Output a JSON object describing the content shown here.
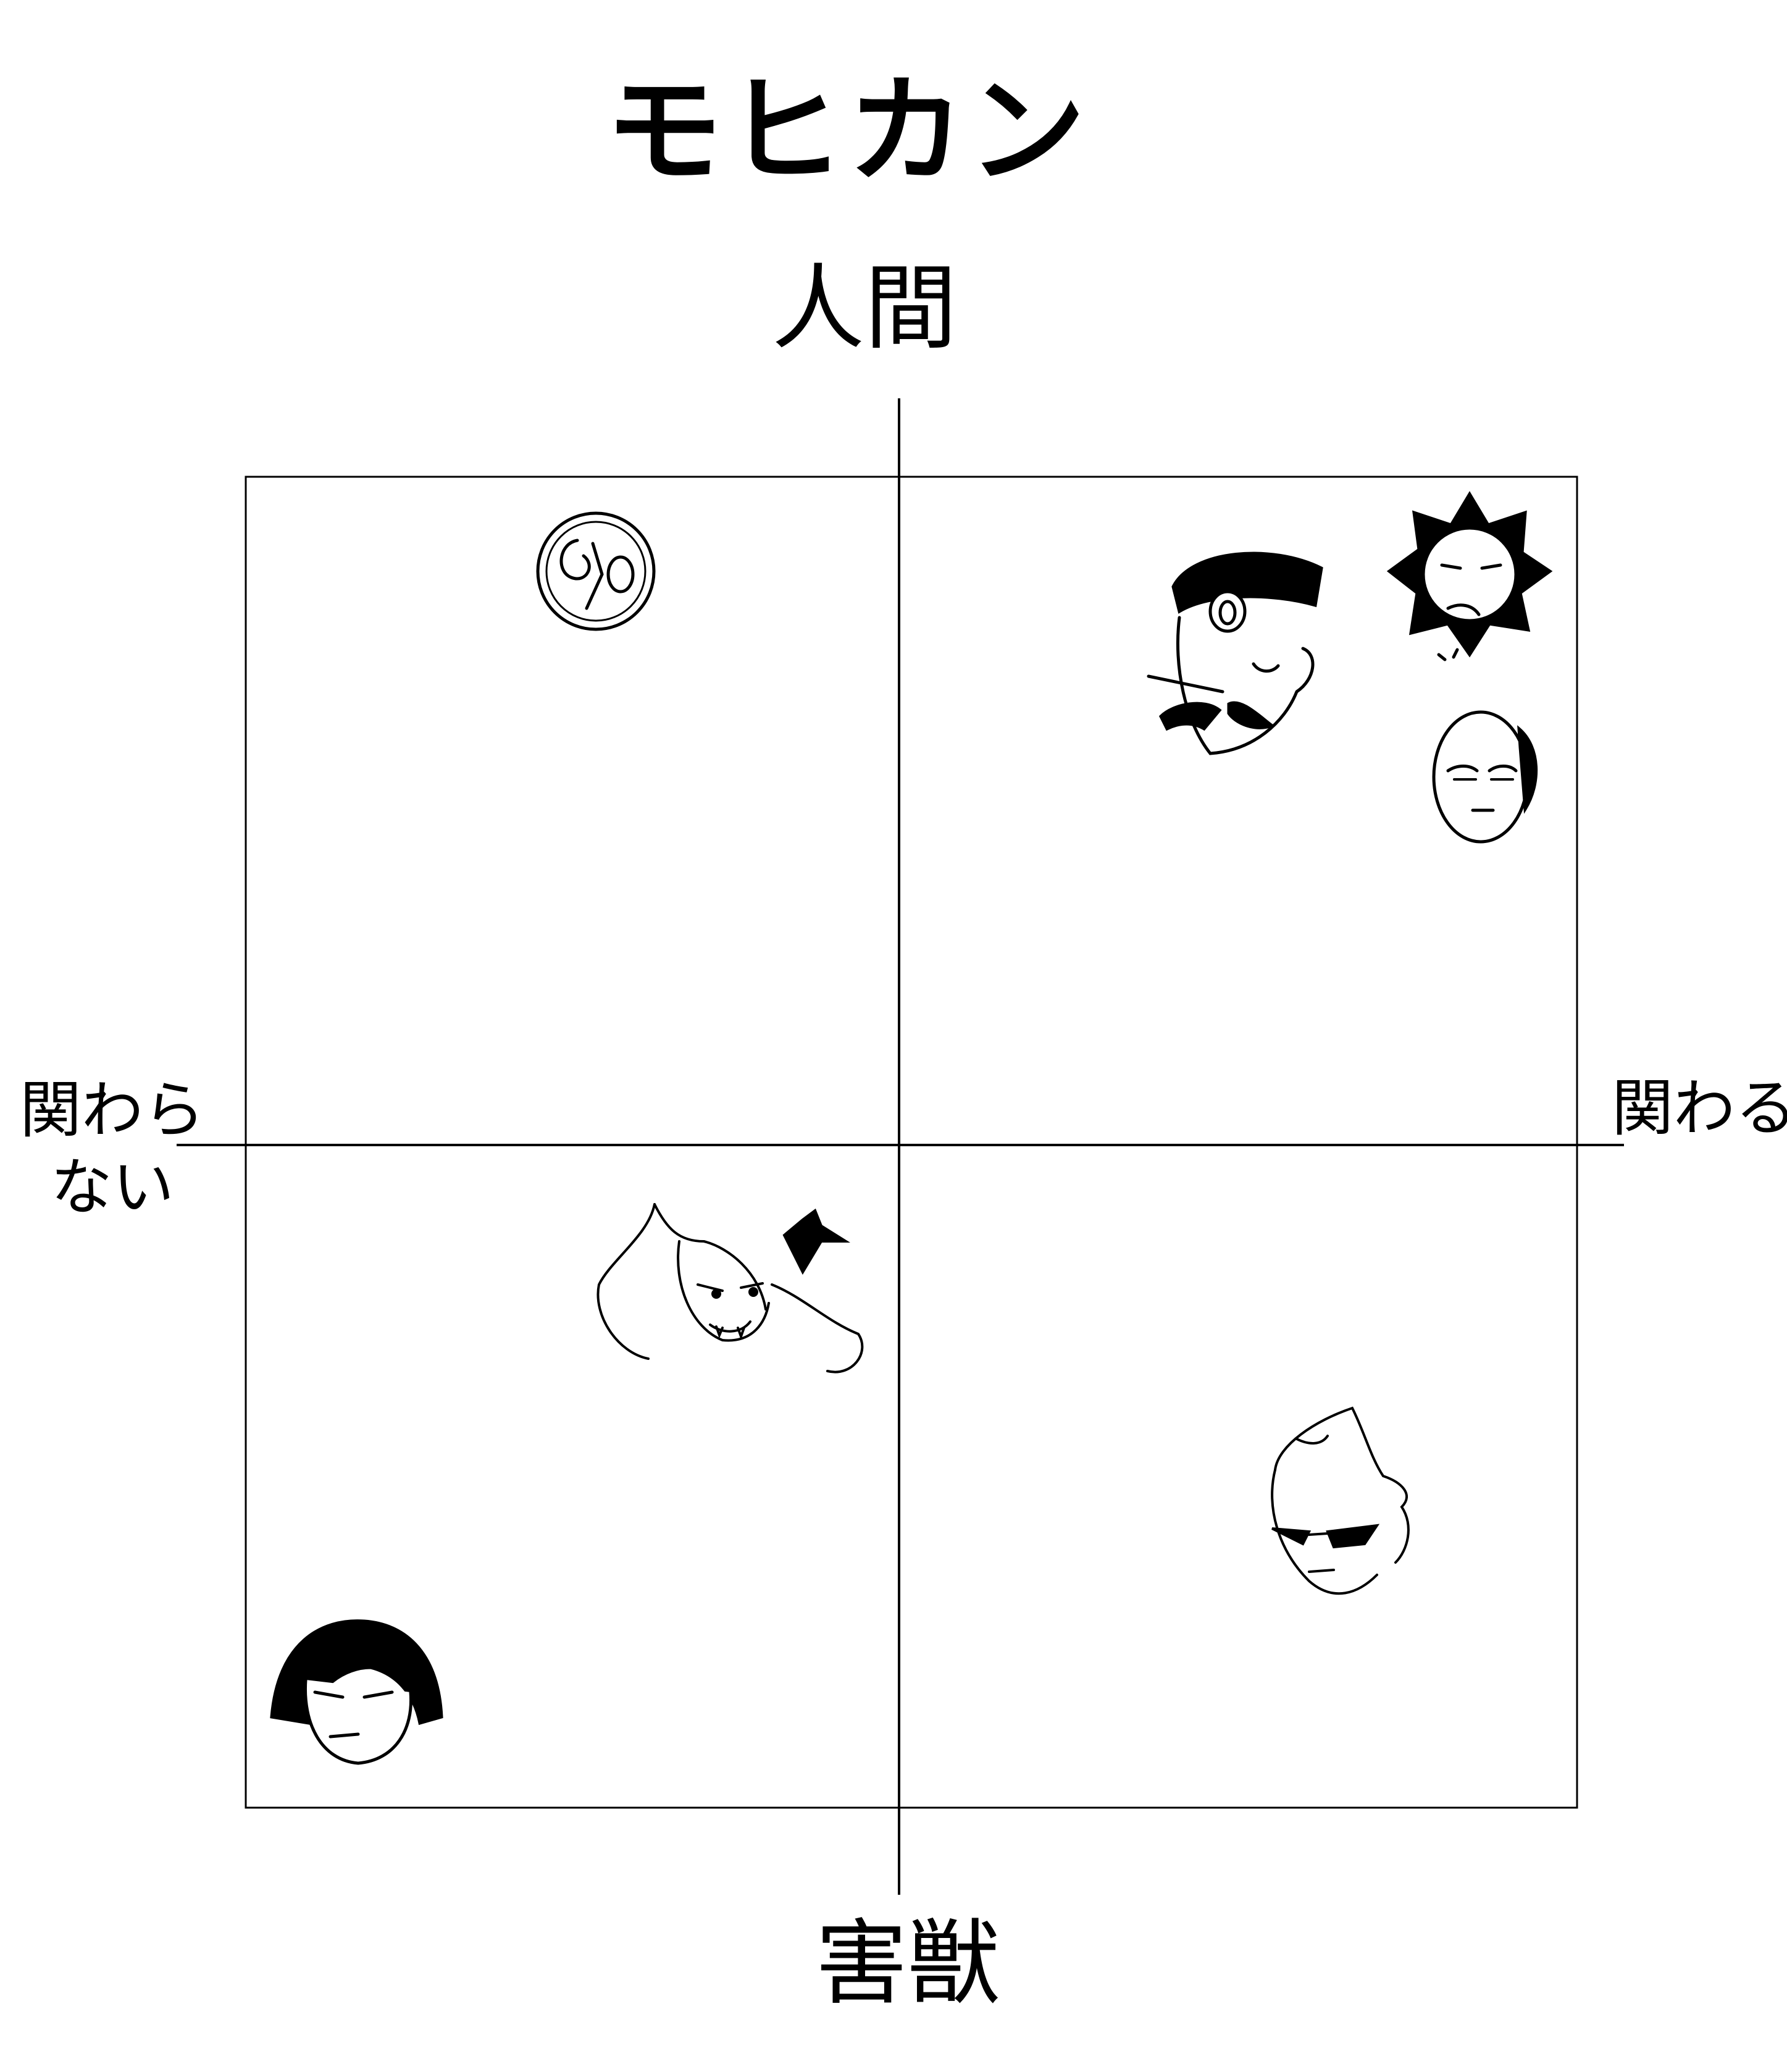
{
  "title": "モヒカン",
  "axes": {
    "top": "人間",
    "bottom": "害獣",
    "left_line1": "関わら",
    "left_line2": "ない",
    "right": "関わる"
  },
  "colors": {
    "ink": "#000000",
    "paper": "#ffffff"
  },
  "characters": [
    {
      "icon": "cracked-mask-face-icon",
      "quadrant": "top-left"
    },
    {
      "icon": "mustache-man-face-icon",
      "quadrant": "top-right"
    },
    {
      "icon": "spiky-sun-face-icon",
      "quadrant": "top-right"
    },
    {
      "icon": "bald-man-face-icon",
      "quadrant": "top-right"
    },
    {
      "icon": "bat-winged-girl-face-icon",
      "quadrant": "bottom-left"
    },
    {
      "icon": "bob-hair-face-icon",
      "quadrant": "bottom-left"
    },
    {
      "icon": "sunglasses-man-face-icon",
      "quadrant": "bottom-right"
    }
  ]
}
